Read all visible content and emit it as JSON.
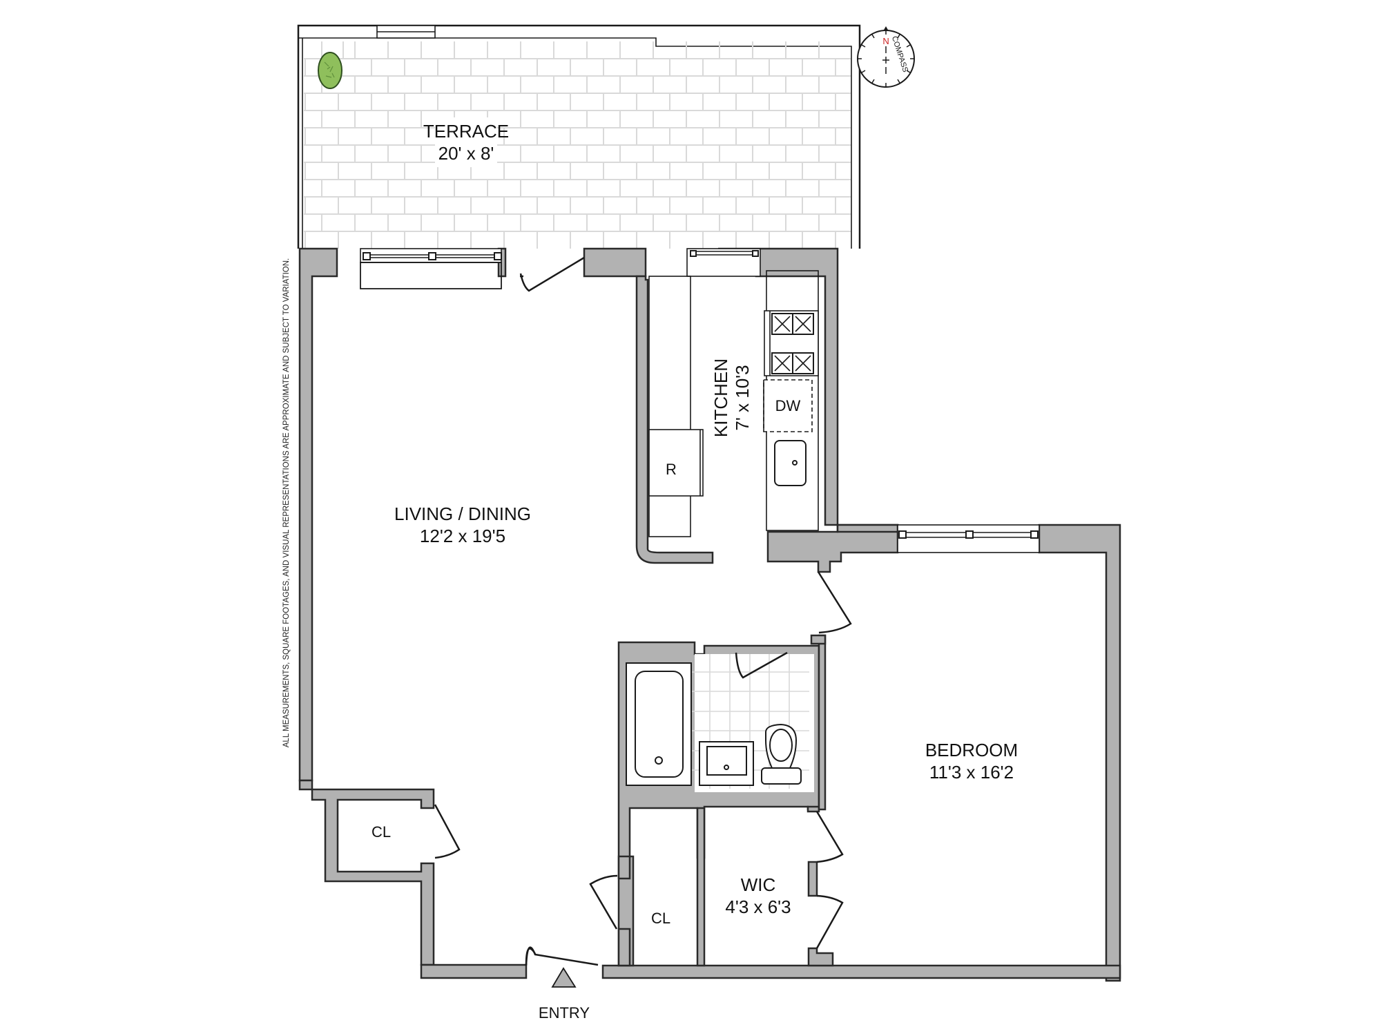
{
  "plan": {
    "disclaimer": "ALL MEASUREMENTS, SQUARE FOOTAGES, AND VISUAL REPRESENTATIONS ARE APPROXIMATE AND SUBJECT TO VARIATION.",
    "compass": {
      "north": "N",
      "label": "COMPASS"
    },
    "entry_label": "ENTRY",
    "colors": {
      "wall": "#b2b2b2",
      "outline": "#1a1a1a",
      "plant": "#8fbf5c",
      "north": "#cc2222",
      "tile": "#d9d9d9"
    },
    "rooms": {
      "terrace": {
        "name": "TERRACE",
        "dims": "20' x 8'"
      },
      "living": {
        "name": "LIVING / DINING",
        "dims": "12'2 x 19'5"
      },
      "kitchen": {
        "name": "KITCHEN",
        "dims": "7' x 10'3"
      },
      "bedroom": {
        "name": "BEDROOM",
        "dims": "11'3 x 16'2"
      },
      "wic": {
        "name": "WIC",
        "dims": "4'3 x 6'3"
      },
      "closet_left": {
        "name": "CL"
      },
      "closet_entry": {
        "name": "CL"
      }
    },
    "fixtures": {
      "refrigerator": "R",
      "dishwasher": "DW"
    }
  }
}
